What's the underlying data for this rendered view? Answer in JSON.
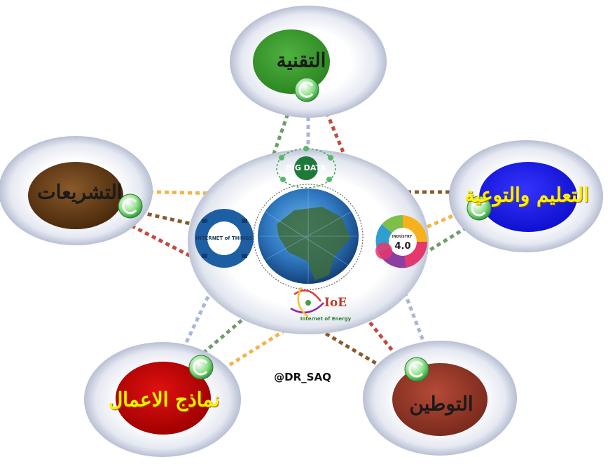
{
  "nodes": {
    "technology": {
      "label": "التقنية",
      "color": "#3c9a2f"
    },
    "legislation": {
      "label": "التشريعات",
      "color": "#6b3f17"
    },
    "education": {
      "label": "التعليم والتوعية",
      "color": "#1c1cf0"
    },
    "business_models": {
      "label": "نماذج الاعمال",
      "color": "#c40000"
    },
    "localization": {
      "label": "التوطين",
      "color": "#9b3a2c"
    }
  },
  "center": {
    "big_data": "BIG DATA",
    "iot": "INTERNET of THINGS",
    "industry": "4.0",
    "industry_caption": "INDUSTRY",
    "ioe": "IoE",
    "ioe_caption": "Internet of Energy"
  },
  "handle": "@DR_SAQ",
  "colors": {
    "ring": "#c9cfe0",
    "green_link": "#6f9d6a",
    "blue_link": "#a7b6d9",
    "red_link": "#c4493b",
    "brown_link": "#8a5a2b",
    "orange_link": "#f3b44a"
  }
}
